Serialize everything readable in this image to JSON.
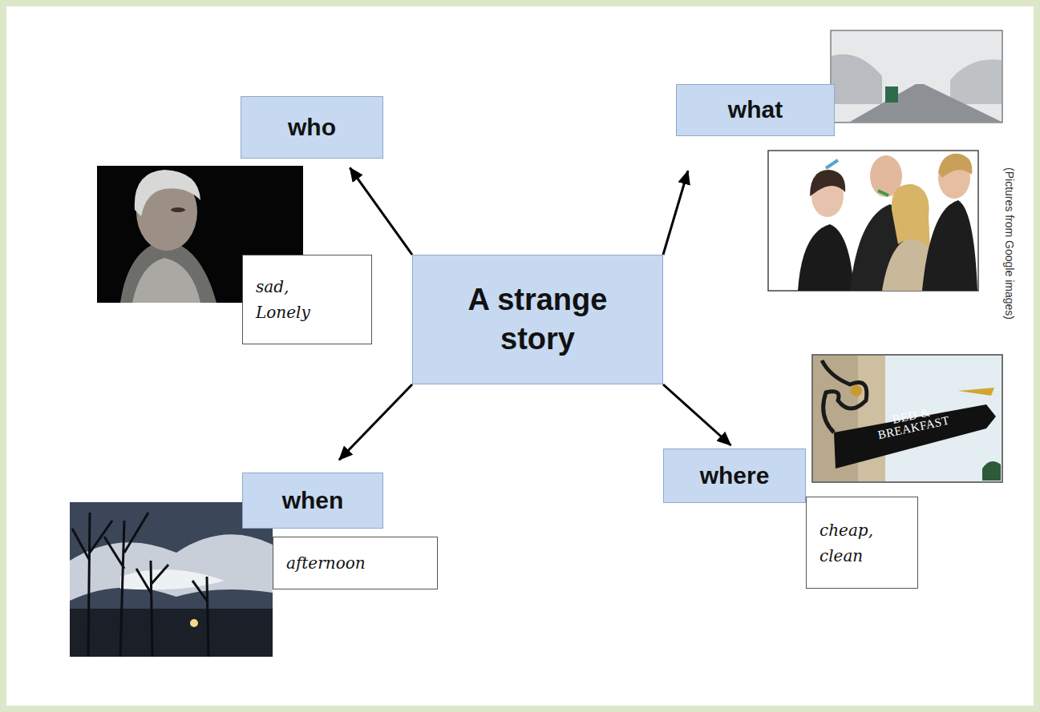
{
  "diagram": {
    "nodes": [
      {
        "text": [
          "who"
        ]
      },
      {
        "text": [
          "what"
        ]
      },
      {
        "text": [
          "sad, Lonely"
        ]
      },
      {
        "text": [
          "A strange story"
        ]
      },
      {
        "text": [
          "where"
        ]
      },
      {
        "text": [
          "cheap, clean"
        ]
      },
      {
        "text": [
          "when"
        ]
      },
      {
        "text": [
          "afternoon"
        ]
      }
    ],
    "edges": [
      {
        "from": 3,
        "to": 0,
        "arrow": "to"
      },
      {
        "from": 3,
        "to": 1,
        "arrow": "to"
      },
      {
        "from": 3,
        "to": 6,
        "arrow": "to"
      },
      {
        "from": 3,
        "to": 4,
        "arrow": "to"
      }
    ],
    "labels": [
      "(Pictures from Google images)",
      "BED & BREAKFAST"
    ]
  }
}
